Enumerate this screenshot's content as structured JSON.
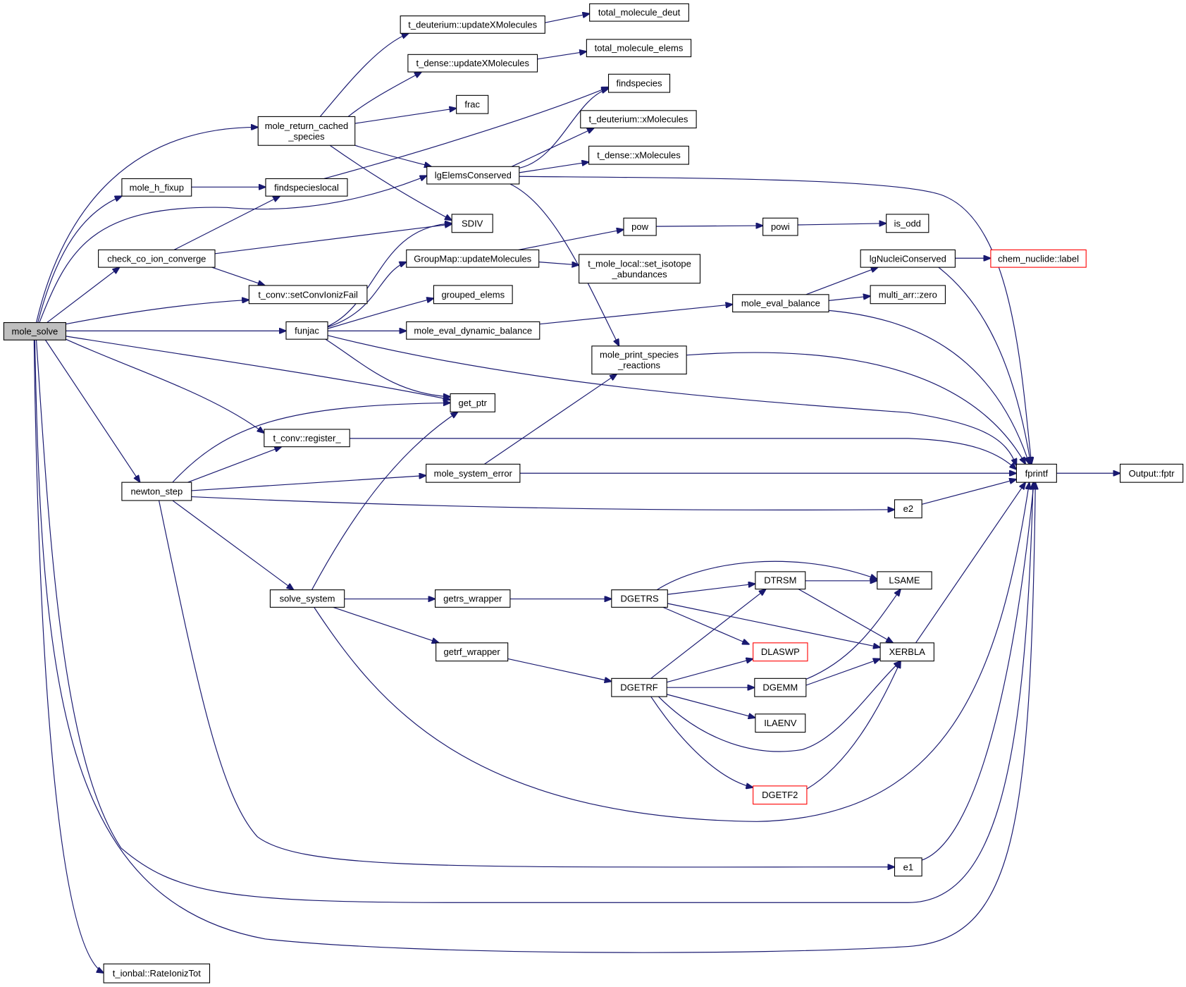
{
  "diagram": {
    "type": "call-graph",
    "colors": {
      "edge": "#191970",
      "node_border": "#000000",
      "highlight_fill": "#bfbfbf",
      "truncated_border": "#ff0000"
    },
    "nodes": [
      {
        "id": "mole_solve",
        "lines": [
          "mole_solve"
        ],
        "highlight": true
      },
      {
        "id": "mole_return_cached_species",
        "lines": [
          "mole_return_cached",
          "_species"
        ]
      },
      {
        "id": "mole_h_fixup",
        "lines": [
          "mole_h_fixup"
        ]
      },
      {
        "id": "check_co_ion_converge",
        "lines": [
          "check_co_ion_converge"
        ]
      },
      {
        "id": "t_conv_setConvIonizFail",
        "lines": [
          "t_conv::setConvIonizFail"
        ]
      },
      {
        "id": "funjac",
        "lines": [
          "funjac"
        ]
      },
      {
        "id": "get_ptr",
        "lines": [
          "get_ptr"
        ]
      },
      {
        "id": "t_conv_register_",
        "lines": [
          "t_conv::register_"
        ]
      },
      {
        "id": "newton_step",
        "lines": [
          "newton_step"
        ]
      },
      {
        "id": "solve_system",
        "lines": [
          "solve_system"
        ]
      },
      {
        "id": "t_ionbal_RateIonizTot",
        "lines": [
          "t_ionbal::RateIonizTot"
        ]
      },
      {
        "id": "t_deuterium_updateXMolecules",
        "lines": [
          "t_deuterium::updateXMolecules"
        ]
      },
      {
        "id": "total_molecule_deut",
        "lines": [
          "total_molecule_deut"
        ]
      },
      {
        "id": "t_dense_updateXMolecules",
        "lines": [
          "t_dense::updateXMolecules"
        ]
      },
      {
        "id": "total_molecule_elems",
        "lines": [
          "total_molecule_elems"
        ]
      },
      {
        "id": "frac",
        "lines": [
          "frac"
        ]
      },
      {
        "id": "findspecies",
        "lines": [
          "findspecies"
        ]
      },
      {
        "id": "t_deuterium_xMolecules",
        "lines": [
          "t_deuterium::xMolecules"
        ]
      },
      {
        "id": "t_dense_xMolecules",
        "lines": [
          "t_dense::xMolecules"
        ]
      },
      {
        "id": "lgElemsConserved",
        "lines": [
          "lgElemsConserved"
        ]
      },
      {
        "id": "findspecieslocal",
        "lines": [
          "findspecieslocal"
        ]
      },
      {
        "id": "SDIV",
        "lines": [
          "SDIV"
        ]
      },
      {
        "id": "pow",
        "lines": [
          "pow"
        ]
      },
      {
        "id": "powi",
        "lines": [
          "powi"
        ]
      },
      {
        "id": "is_odd",
        "lines": [
          "is_odd"
        ]
      },
      {
        "id": "GroupMap_updateMolecules",
        "lines": [
          "GroupMap::updateMolecules"
        ]
      },
      {
        "id": "t_mole_local_set_isotope_abundances",
        "lines": [
          "t_mole_local::set_isotope",
          "_abundances"
        ]
      },
      {
        "id": "lgNucleiConserved",
        "lines": [
          "lgNucleiConserved"
        ]
      },
      {
        "id": "chem_nuclide_label",
        "lines": [
          "chem_nuclide::label"
        ],
        "truncated": true
      },
      {
        "id": "grouped_elems",
        "lines": [
          "grouped_elems"
        ]
      },
      {
        "id": "mole_eval_balance",
        "lines": [
          "mole_eval_balance"
        ]
      },
      {
        "id": "multi_arr_zero",
        "lines": [
          "multi_arr::zero"
        ]
      },
      {
        "id": "mole_eval_dynamic_balance",
        "lines": [
          "mole_eval_dynamic_balance"
        ]
      },
      {
        "id": "mole_print_species_reactions",
        "lines": [
          "mole_print_species",
          "_reactions"
        ]
      },
      {
        "id": "mole_system_error",
        "lines": [
          "mole_system_error"
        ]
      },
      {
        "id": "fprintf",
        "lines": [
          "fprintf"
        ]
      },
      {
        "id": "Output_fptr",
        "lines": [
          "Output::fptr"
        ]
      },
      {
        "id": "e2",
        "lines": [
          "e2"
        ]
      },
      {
        "id": "getrs_wrapper",
        "lines": [
          "getrs_wrapper"
        ]
      },
      {
        "id": "DGETRS",
        "lines": [
          "DGETRS"
        ]
      },
      {
        "id": "DTRSM",
        "lines": [
          "DTRSM"
        ]
      },
      {
        "id": "LSAME",
        "lines": [
          "LSAME"
        ]
      },
      {
        "id": "getrf_wrapper",
        "lines": [
          "getrf_wrapper"
        ]
      },
      {
        "id": "DLASWP",
        "lines": [
          "DLASWP"
        ],
        "truncated": true
      },
      {
        "id": "XERBLA",
        "lines": [
          "XERBLA"
        ]
      },
      {
        "id": "DGETRF",
        "lines": [
          "DGETRF"
        ]
      },
      {
        "id": "DGEMM",
        "lines": [
          "DGEMM"
        ]
      },
      {
        "id": "ILAENV",
        "lines": [
          "ILAENV"
        ]
      },
      {
        "id": "DGETF2",
        "lines": [
          "DGETF2"
        ],
        "truncated": true
      },
      {
        "id": "e1",
        "lines": [
          "e1"
        ]
      }
    ]
  }
}
